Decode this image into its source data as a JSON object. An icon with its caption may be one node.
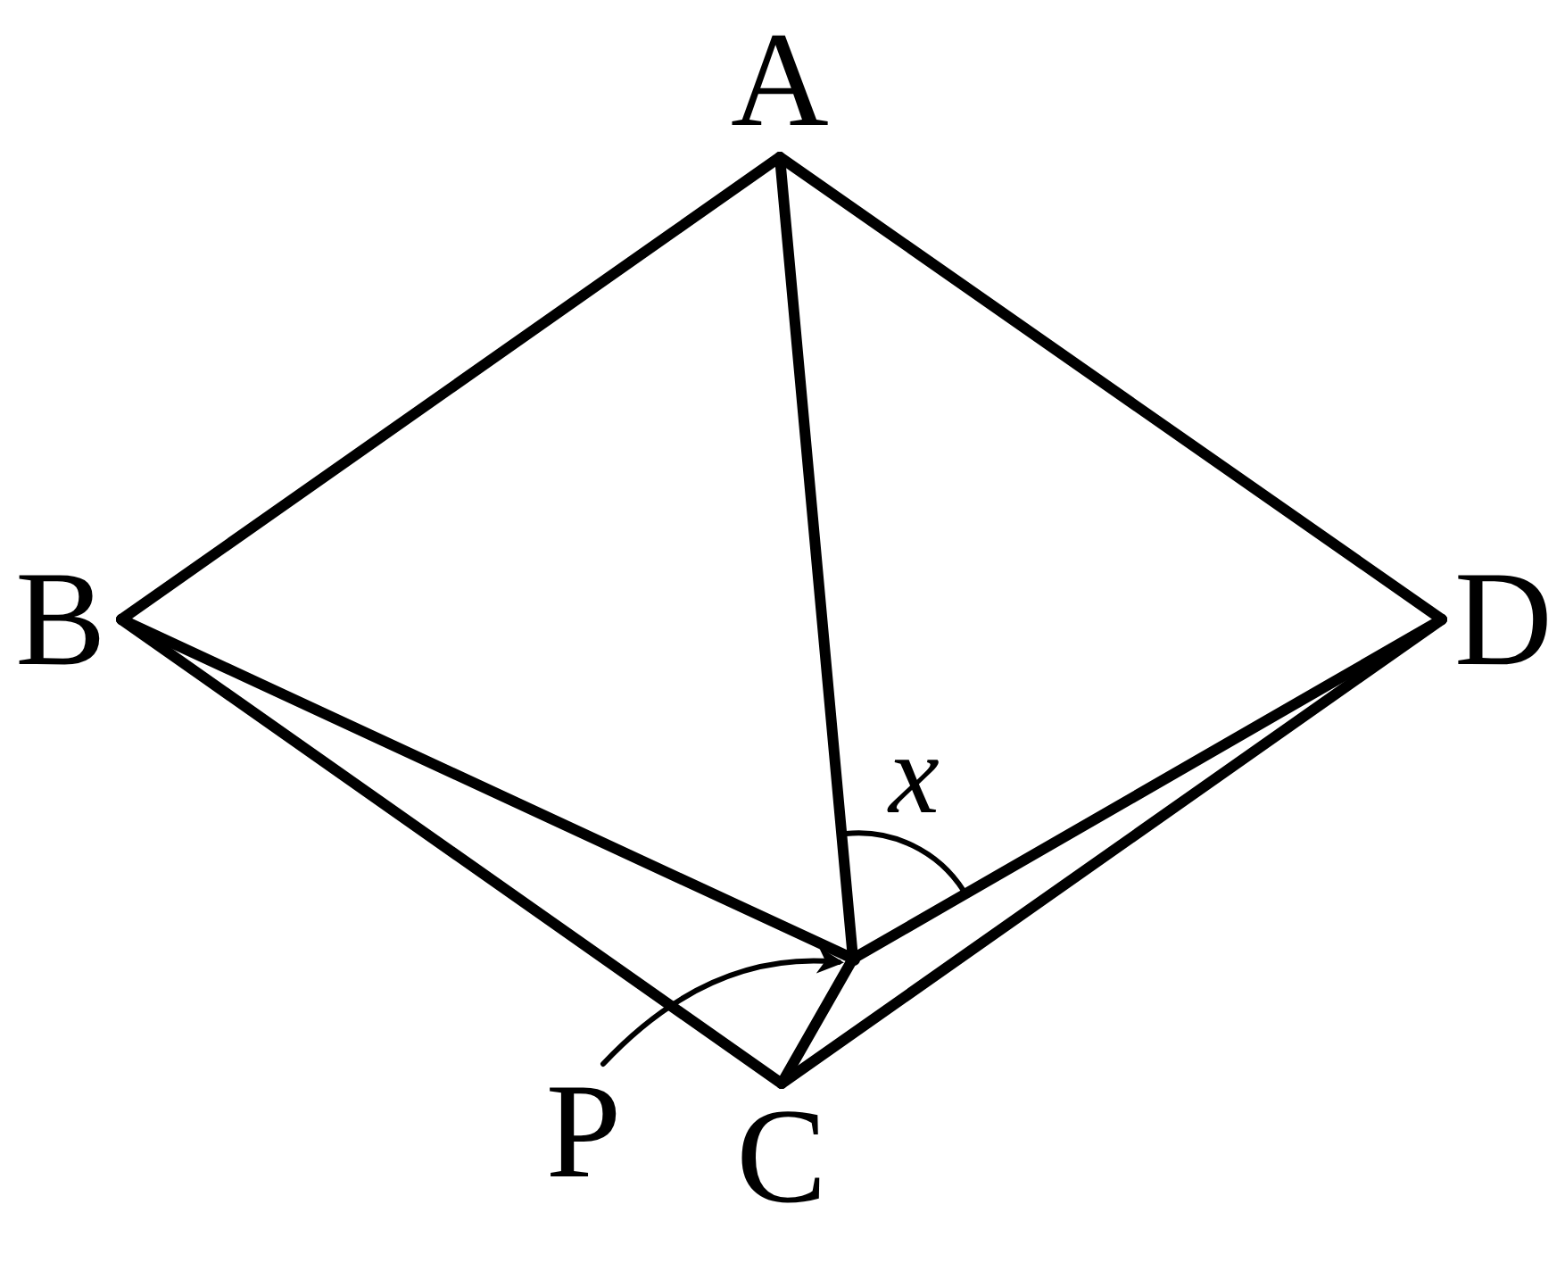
{
  "diagram": {
    "nodes": [
      {
        "text": [
          "A"
        ]
      },
      {
        "text": [
          "B"
        ]
      },
      {
        "text": [
          "C"
        ]
      },
      {
        "text": [
          "D"
        ]
      },
      {
        "text": [
          "P"
        ]
      },
      {
        "text": [],
        "shape": "point"
      }
    ],
    "edges": [
      {
        "from": 0,
        "to": 1,
        "arrow": "none"
      },
      {
        "from": 0,
        "to": 3,
        "arrow": "none"
      },
      {
        "from": 0,
        "to": 5,
        "arrow": "none"
      },
      {
        "from": 1,
        "to": 5,
        "arrow": "none"
      },
      {
        "from": 1,
        "to": 2,
        "arrow": "none"
      },
      {
        "from": 2,
        "to": 3,
        "arrow": "none"
      },
      {
        "from": 2,
        "to": 5,
        "arrow": "none"
      },
      {
        "from": 3,
        "to": 5,
        "arrow": "none"
      },
      {
        "from": 4,
        "to": 5,
        "arrow": "to"
      }
    ],
    "labels": [
      "x"
    ]
  }
}
